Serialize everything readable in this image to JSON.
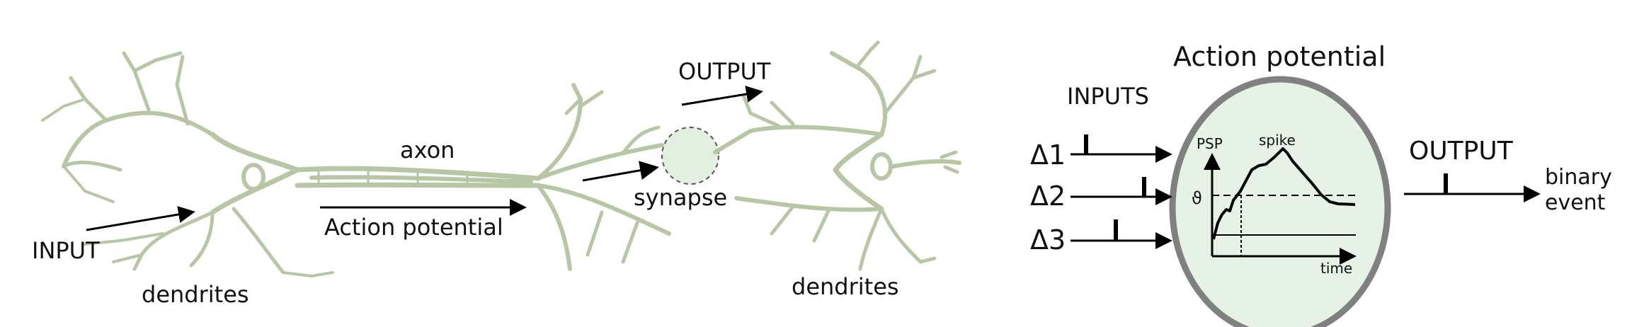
{
  "colors": {
    "neuron": "#b7c7a6",
    "synapse_fill": "#e3efe0",
    "circle_fill": "#e6f2e6",
    "circle_stroke": "#808080",
    "ink": "#000000"
  },
  "neuron_diagram": {
    "input_label": "INPUT",
    "dendrites_left_label": "dendrites",
    "axon_label": "axon",
    "action_potential_label": "Action potential",
    "output_label": "OUTPUT",
    "synapse_label": "synapse",
    "dendrites_right_label": "dendrites"
  },
  "model_diagram": {
    "title": "Action potential",
    "inputs_label": "INPUTS",
    "inputs": [
      "Δ1",
      "Δ2",
      "Δ3"
    ],
    "psp_label": "PSP",
    "spike_label": "spike",
    "threshold_label": "ϑ",
    "time_label": "time",
    "output_label": "OUTPUT",
    "result_line1": "binary",
    "result_line2": "event"
  }
}
